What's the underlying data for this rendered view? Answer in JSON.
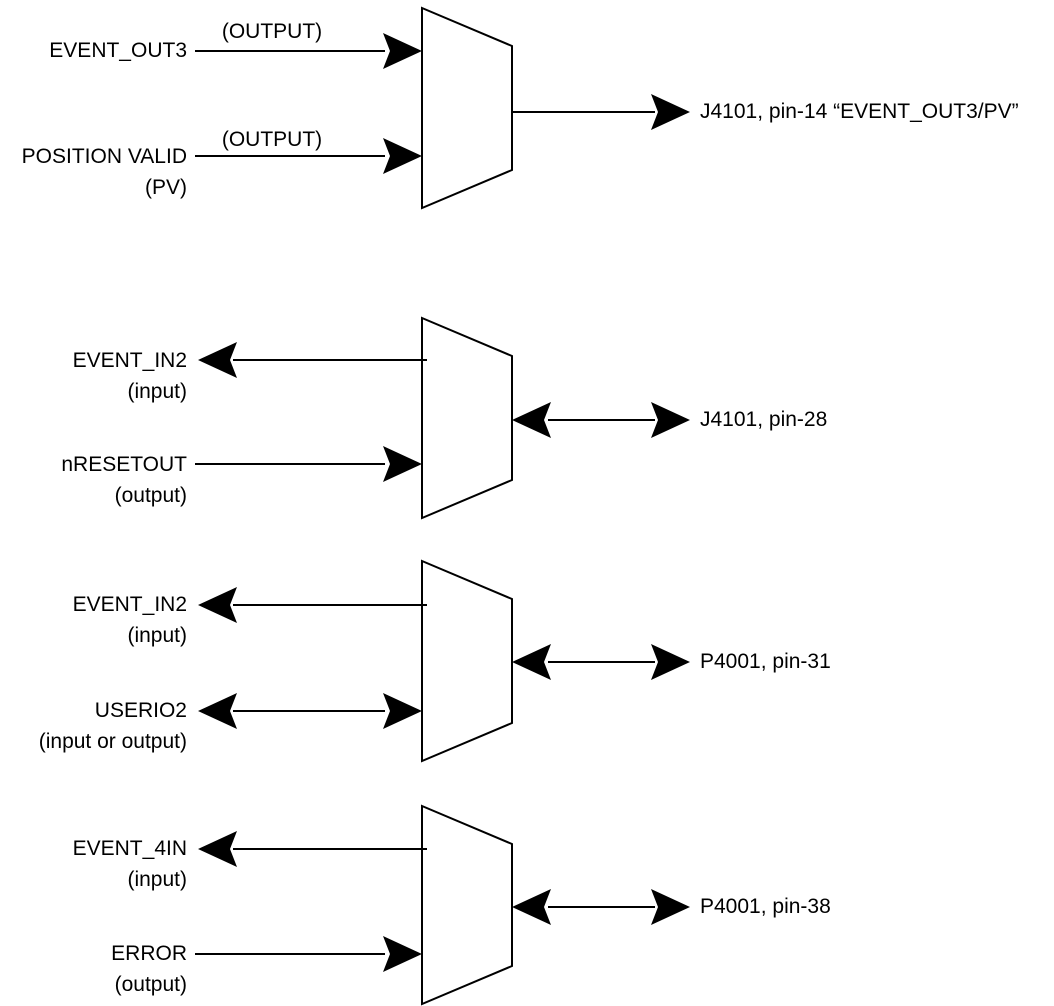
{
  "colors": {
    "line": "#000000",
    "background": "#ffffff"
  },
  "blocks": [
    {
      "inputs": [
        {
          "signal": "EVENT_OUT3",
          "note": "(OUTPUT)",
          "direction": "into-mux"
        },
        {
          "signal": "POSITION VALID",
          "sub": "(PV)",
          "note": "(OUTPUT)",
          "direction": "into-mux"
        }
      ],
      "output": {
        "label": "J4101, pin-14   “EVENT_OUT3/PV”",
        "direction": "out"
      }
    },
    {
      "inputs": [
        {
          "signal": "EVENT_IN2",
          "sub": "(input)",
          "direction": "out-of-mux"
        },
        {
          "signal": "nRESETOUT",
          "sub": "(output)",
          "direction": "into-mux"
        }
      ],
      "output": {
        "label": "J4101, pin-28",
        "direction": "bidirectional"
      }
    },
    {
      "inputs": [
        {
          "signal": "EVENT_IN2",
          "sub": "(input)",
          "direction": "out-of-mux"
        },
        {
          "signal": "USERIO2",
          "sub": "(input or output)",
          "direction": "bidirectional"
        }
      ],
      "output": {
        "label": "P4001, pin-31",
        "direction": "bidirectional"
      }
    },
    {
      "inputs": [
        {
          "signal": "EVENT_4IN",
          "sub": "(input)",
          "direction": "out-of-mux"
        },
        {
          "signal": "ERROR",
          "sub": "(output)",
          "direction": "into-mux"
        }
      ],
      "output": {
        "label": "P4001, pin-38",
        "direction": "bidirectional"
      }
    }
  ]
}
